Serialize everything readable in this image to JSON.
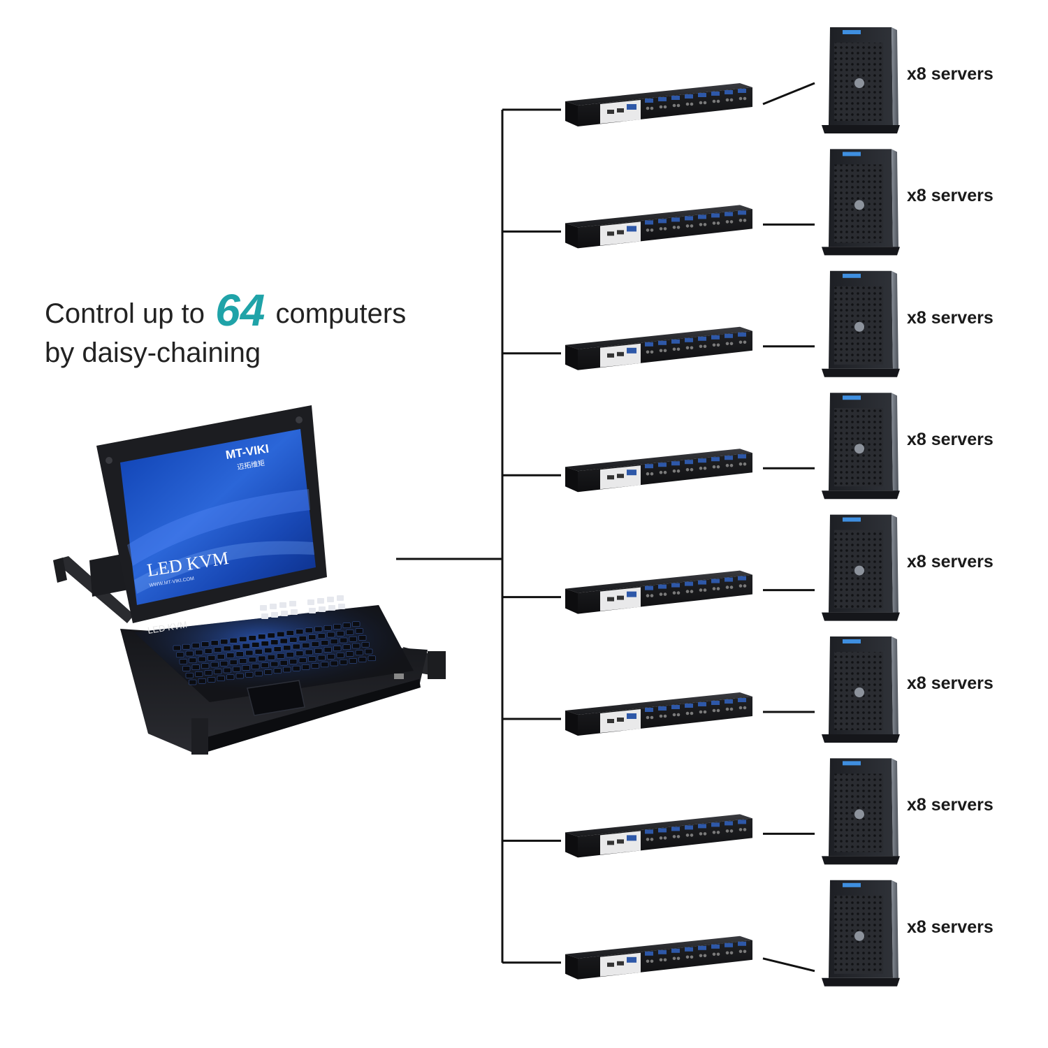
{
  "headline": {
    "line1_before": "Control up to",
    "line1_number": "64",
    "line1_after": "computers",
    "line2": "by daisy-chaining"
  },
  "console": {
    "brand_logo": "MT-VIKI",
    "brand_sub": "迈拓维矩",
    "screen_title": "LED KVM",
    "screen_url": "WWW.MT-VIKI.COM",
    "keyboard_label": "LED  KVM"
  },
  "chain": {
    "units": [
      {
        "label": "x8 servers"
      },
      {
        "label": "x8 servers"
      },
      {
        "label": "x8 servers"
      },
      {
        "label": "x8 servers"
      },
      {
        "label": "x8 servers"
      },
      {
        "label": "x8 servers"
      },
      {
        "label": "x8 servers"
      },
      {
        "label": "x8 servers"
      }
    ]
  },
  "colors": {
    "accent_number": "#1fa3a8",
    "screen_blue": "#1c4fb8",
    "device_black": "#1b1b1e",
    "server_gray": "#2a2c31"
  }
}
